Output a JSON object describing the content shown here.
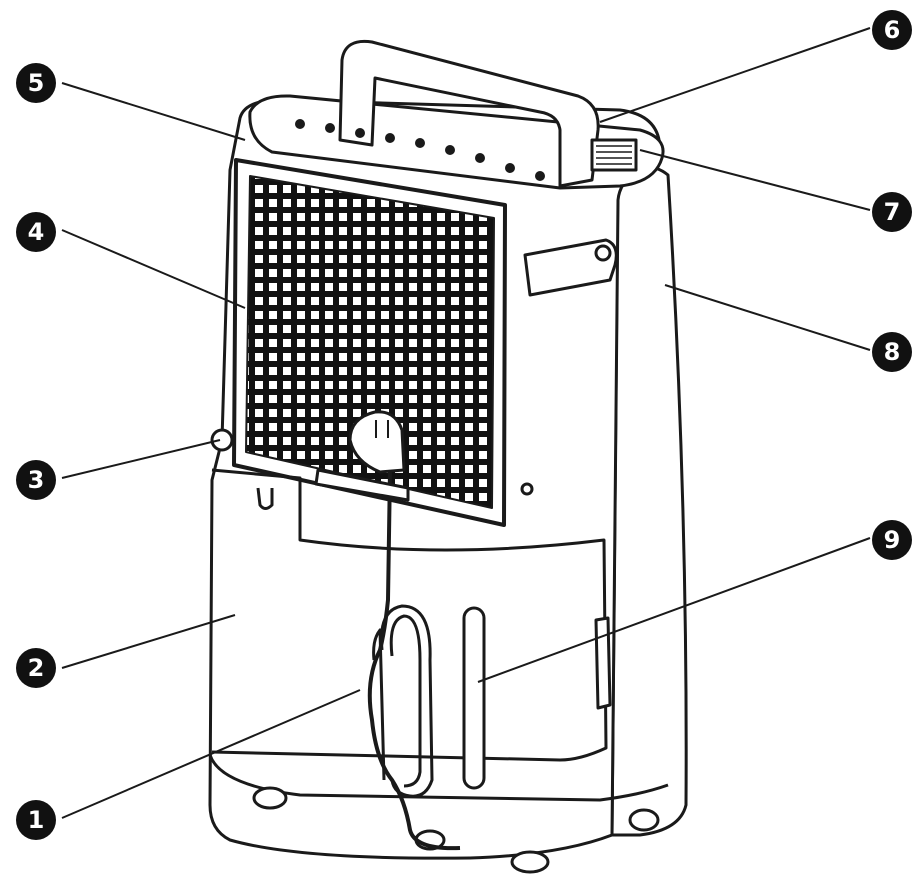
{
  "callouts": [
    {
      "label": "1"
    },
    {
      "label": "2"
    },
    {
      "label": "3"
    },
    {
      "label": "4"
    },
    {
      "label": "5"
    },
    {
      "label": "6"
    },
    {
      "label": "7"
    },
    {
      "label": "8"
    },
    {
      "label": "9"
    }
  ],
  "colors": {
    "line": "#1a1a1a",
    "body": "#ffffff",
    "badge": "#111111"
  }
}
